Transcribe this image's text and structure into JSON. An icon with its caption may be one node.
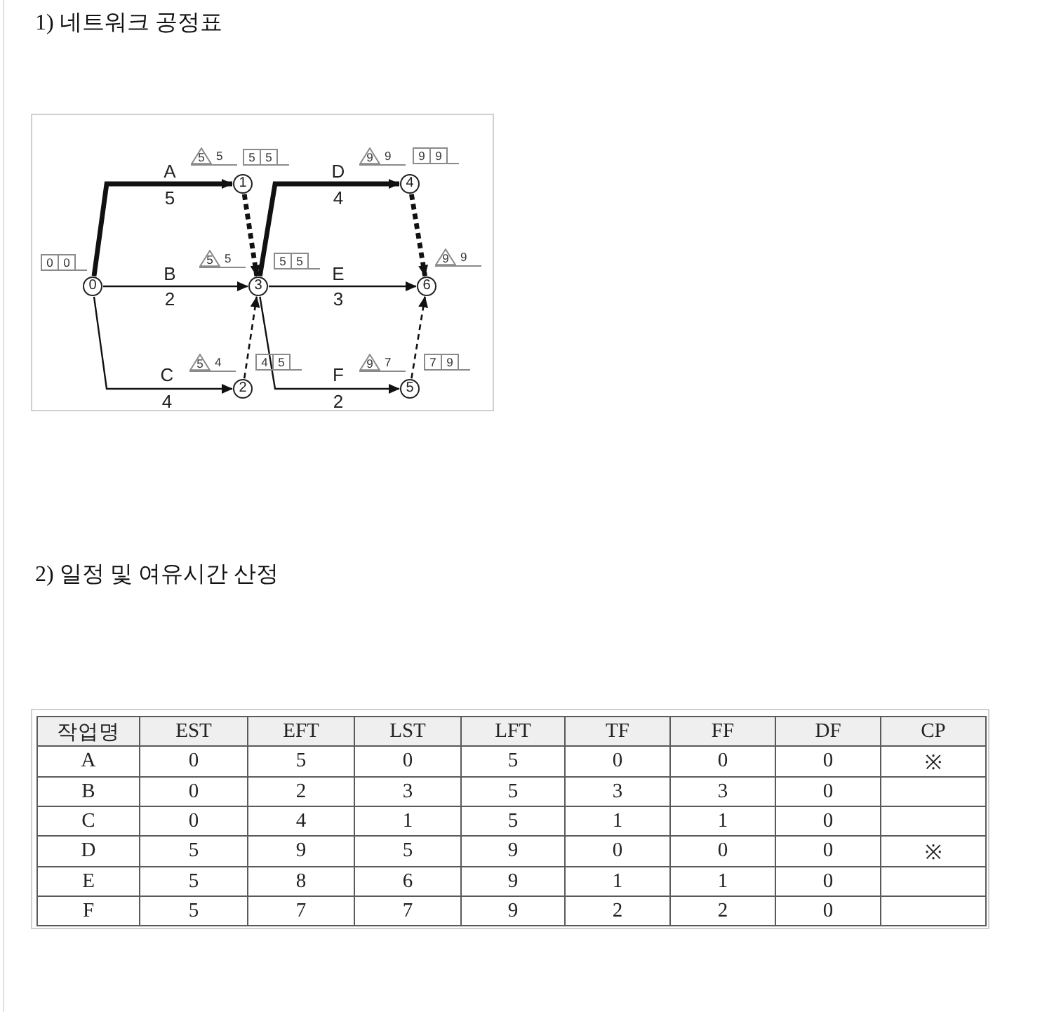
{
  "diagram": {
    "title": "1) 네트워크 공정표",
    "nodes": [
      {
        "text": [
          "0"
        ],
        "beside": [
          "0",
          "0"
        ]
      },
      {
        "text": [
          "1"
        ],
        "beside": [
          "5",
          "5",
          "5",
          "5"
        ]
      },
      {
        "text": [
          "2"
        ],
        "beside": [
          "5",
          "4",
          "4",
          "5"
        ]
      },
      {
        "text": [
          "3"
        ],
        "beside": [
          "5",
          "5",
          "5",
          "5"
        ]
      },
      {
        "text": [
          "4"
        ],
        "beside": [
          "9",
          "9",
          "9",
          "9"
        ]
      },
      {
        "text": [
          "5"
        ],
        "beside": [
          "9",
          "7",
          "7",
          "9"
        ]
      },
      {
        "text": [
          "6"
        ],
        "beside": [
          "9",
          "9"
        ]
      }
    ],
    "edges": [
      {
        "from": 0,
        "to": 1,
        "arrow": "to",
        "label": "A",
        "style": "thick"
      },
      {
        "from": 0,
        "to": 3,
        "arrow": "to",
        "label": "B"
      },
      {
        "from": 0,
        "to": 2,
        "arrow": "to",
        "label": "C"
      },
      {
        "from": 1,
        "to": 3,
        "arrow": "to",
        "style": "dashed"
      },
      {
        "from": 2,
        "to": 3,
        "arrow": "to",
        "style": "dashed"
      },
      {
        "from": 3,
        "to": 4,
        "arrow": "to",
        "label": "D",
        "style": "thick"
      },
      {
        "from": 3,
        "to": 6,
        "arrow": "to",
        "label": "E"
      },
      {
        "from": 3,
        "to": 5,
        "arrow": "to",
        "label": "F"
      },
      {
        "from": 4,
        "to": 6,
        "arrow": "to",
        "style": "dashed"
      },
      {
        "from": 5,
        "to": 6,
        "arrow": "to",
        "style": "dashed"
      }
    ],
    "labels": [
      "5",
      "2",
      "4",
      "4",
      "3",
      "2",
      "2) 일정 및 여유시간 산정",
      "작업명",
      "EST",
      "EFT",
      "LST",
      "LFT",
      "TF",
      "FF",
      "DF",
      "CP",
      "A",
      "0",
      "5",
      "0",
      "5",
      "0",
      "0",
      "0",
      "※",
      "B",
      "0",
      "2",
      "3",
      "5",
      "3",
      "3",
      "0",
      "C",
      "0",
      "4",
      "1",
      "5",
      "1",
      "1",
      "0",
      "D",
      "5",
      "9",
      "5",
      "9",
      "0",
      "0",
      "0",
      "※",
      "E",
      "5",
      "8",
      "6",
      "9",
      "1",
      "1",
      "0",
      "F",
      "5",
      "7",
      "7",
      "9",
      "2",
      "2",
      "0"
    ]
  }
}
